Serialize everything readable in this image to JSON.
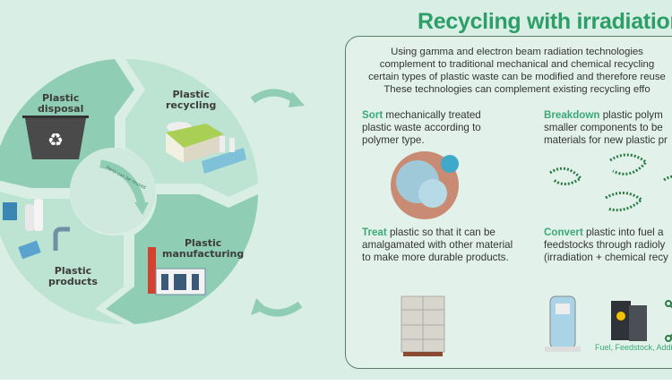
{
  "title": "Recycling with irradiation",
  "cycle": {
    "stages": [
      {
        "label_line1": "Plastic",
        "label_line2": "disposal"
      },
      {
        "label_line1": "Plastic",
        "label_line2": "recycling"
      },
      {
        "label_line1": "Plastic",
        "label_line2": "manufacturing"
      },
      {
        "label_line1": "Plastic",
        "label_line2": "products"
      }
    ],
    "inner_arrow_text": "Parts can be reused"
  },
  "panel": {
    "intro_lines": [
      "Using gamma and electron beam radiation technologies",
      "complement to traditional mechanical and chemical recycling",
      "certain types of plastic waste can be modified and therefore reuse",
      "These technologies can complement existing recycling effo"
    ],
    "steps": [
      {
        "keyword": "Sort",
        "lines": [
          " mechanically treated",
          "plastic waste according to",
          "polymer type."
        ]
      },
      {
        "keyword": "Breakdown",
        "lines": [
          " plastic polym",
          "smaller components to be",
          "materials for new plastic pr"
        ]
      },
      {
        "keyword": "Treat",
        "lines": [
          " plastic so that it can be",
          "amalgamated with other material",
          "to make more durable products."
        ]
      },
      {
        "keyword": "Convert",
        "lines": [
          " plastic into fuel a",
          "feedstocks through radioly",
          "(irradiation + chemical recy"
        ]
      }
    ],
    "convert_caption": "Fuel, Feedstock, Additi"
  },
  "colors": {
    "accent": "#2c9e67",
    "dark_segment": "#8fcdb4",
    "light_segment": "#bde3d3",
    "panel_border": "#5b7f6a"
  }
}
